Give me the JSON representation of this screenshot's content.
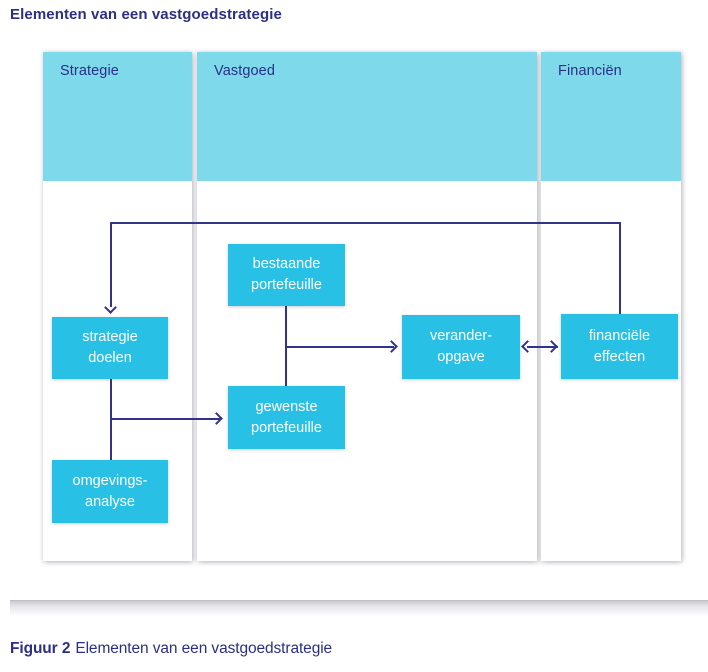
{
  "title": "Elementen van een vastgoedstrategie",
  "caption": {
    "prefix": "Figuur 2",
    "text": "Elementen van een vastgoedstrategie"
  },
  "theme": {
    "navy": "#2b2f85",
    "line_navy": "#32338a",
    "header_cyan": "#7edaea",
    "box_cyan": "#29c0e6",
    "box_text": "#ffffff",
    "page_bg": "#ffffff"
  },
  "diagram": {
    "columns": [
      {
        "id": "strategie",
        "title": "Strategie"
      },
      {
        "id": "vastgoed",
        "title": "Vastgoed"
      },
      {
        "id": "financien",
        "title": "Financiën"
      }
    ],
    "boxes": [
      {
        "id": "strategie-doelen",
        "column": "strategie",
        "label": "strategie\ndoelen"
      },
      {
        "id": "omgevings-analyse",
        "column": "strategie",
        "label": "omgevings-\nanalyse"
      },
      {
        "id": "bestaande-portefeuille",
        "column": "vastgoed",
        "label": "bestaande\nportefeuille"
      },
      {
        "id": "gewenste-portefeuille",
        "column": "vastgoed",
        "label": "gewenste\nportefeuille"
      },
      {
        "id": "verander-opgave",
        "column": "vastgoed",
        "label": "verander-\nopgave"
      },
      {
        "id": "financiele-effecten",
        "column": "financien",
        "label": "financiële\neffecten"
      }
    ],
    "edges": [
      {
        "from": "financiele-effecten",
        "to": "strategie-doelen",
        "style": "arrow",
        "route": "over-top"
      },
      {
        "from": "strategie-doelen",
        "to": "omgevings-analyse",
        "style": "plain-line"
      },
      {
        "from": "strategie-doelen",
        "to": "gewenste-portefeuille",
        "style": "arrow"
      },
      {
        "from": "bestaande-portefeuille",
        "to": "gewenste-portefeuille",
        "style": "plain-line"
      },
      {
        "from": "bestaande-portefeuille",
        "to": "verander-opgave",
        "style": "arrow"
      },
      {
        "from": "verander-opgave",
        "to": "financiele-effecten",
        "style": "double-arrow"
      }
    ]
  }
}
